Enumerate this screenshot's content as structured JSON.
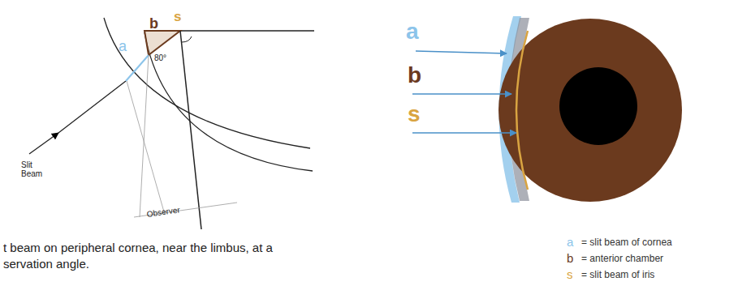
{
  "diagram": {
    "caption": "t beam on peripheral cornea, near the limbus, at a servation angle.",
    "labels": [
      "a",
      "b",
      "s",
      "80°",
      "Slit Beam",
      "Observer",
      "a",
      "b",
      "s",
      "a",
      "b",
      "s"
    ],
    "legend": [
      {
        "text": "= slit beam of cornea",
        "color": "#8cc4ea"
      },
      {
        "text": "= anterior chamber",
        "color": "#6b3a1e"
      },
      {
        "text": "= slit beam of iris",
        "color": "#d9a441"
      }
    ]
  }
}
